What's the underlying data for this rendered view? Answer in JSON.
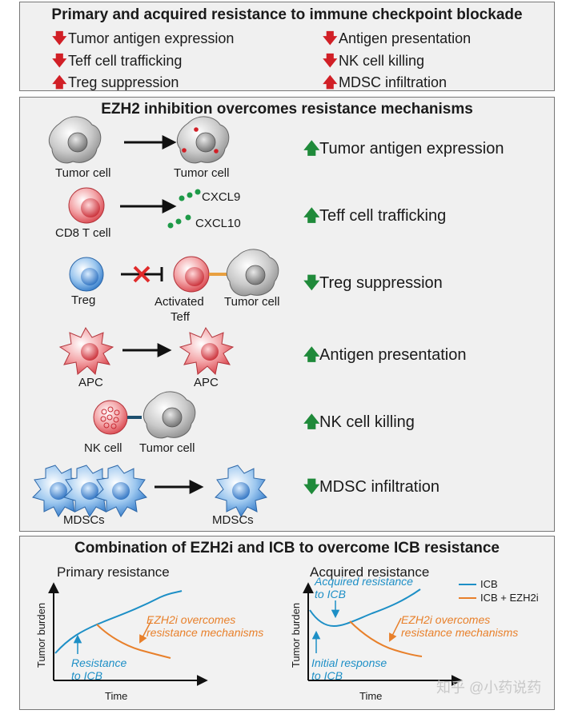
{
  "panel1": {
    "title": "Primary and acquired resistance to immune checkpoint blockade",
    "items": [
      {
        "dir": "down",
        "label": "Tumor antigen expression"
      },
      {
        "dir": "down",
        "label": "Antigen presentation"
      },
      {
        "dir": "down",
        "label": "Teff cell trafficking"
      },
      {
        "dir": "down",
        "label": "NK cell killing"
      },
      {
        "dir": "up",
        "label": "Treg suppression"
      },
      {
        "dir": "up",
        "label": "MDSC infiltration"
      }
    ],
    "color": "#d11f26"
  },
  "panel2": {
    "title": "EZH2 inhibition overcomes resistance mechanisms",
    "rows": [
      {
        "captions": [
          "Tumor cell",
          "Tumor cell"
        ],
        "dir": "up",
        "effect": "Tumor antigen expression"
      },
      {
        "captions": [
          "CD8 T cell",
          "CXCL9",
          "CXCL10"
        ],
        "dir": "up",
        "effect": "Teff cell trafficking"
      },
      {
        "captions": [
          "Treg",
          "Activated",
          "Teff",
          "Tumor cell"
        ],
        "dir": "down",
        "effect": "Treg suppression"
      },
      {
        "captions": [
          "APC",
          "APC"
        ],
        "dir": "up",
        "effect": "Antigen presentation"
      },
      {
        "captions": [
          "NK cell",
          "Tumor cell"
        ],
        "dir": "up",
        "effect": "NK cell killing"
      },
      {
        "captions": [
          "MDSCs",
          "MDSCs"
        ],
        "dir": "down",
        "effect": "MDSC infiltration"
      }
    ],
    "color": "#1f8a3a"
  },
  "panel3": {
    "title": "Combination of EZH2i and ICB to overcome ICB resistance",
    "charts": [
      {
        "title": "Primary resistance",
        "ylabel": "Tumor burden",
        "xlabel": "Time",
        "annotations": {
          "blue": [
            "Resistance",
            "to ICB"
          ],
          "orange": [
            "EZH2i overcomes",
            "resistance mechanisms"
          ]
        }
      },
      {
        "title": "Acquired resistance",
        "ylabel": "Tumor burden",
        "xlabel": "Time",
        "annotations": {
          "blue_top": [
            "Acquired resistance",
            "to ICB"
          ],
          "blue_bottom": [
            "Initial response",
            "to ICB"
          ],
          "orange": [
            "EZH2i overcomes",
            "resistance mechanisms"
          ]
        }
      }
    ],
    "legend": [
      {
        "name": "ICB",
        "color": "#1d8fc6"
      },
      {
        "name": "ICB + EZH2i",
        "color": "#e8802b"
      }
    ]
  },
  "watermark": "知乎 @小药说药"
}
